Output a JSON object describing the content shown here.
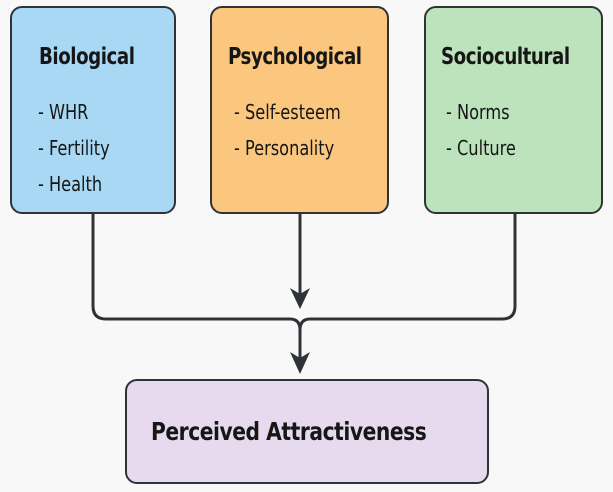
{
  "diagram": {
    "nodes": [
      {
        "id": "biological",
        "title": "Biological",
        "items": [
          "- WHR",
          "- Fertility",
          "- Health"
        ],
        "fill": "#a8d8f3"
      },
      {
        "id": "psychological",
        "title": "Psychological",
        "items": [
          "- Self-esteem",
          "- Personality"
        ],
        "fill": "#fbc77f"
      },
      {
        "id": "sociocultural",
        "title": "Sociocultural",
        "items": [
          "- Norms",
          "- Culture"
        ],
        "fill": "#bde3bc"
      },
      {
        "id": "outcome",
        "title": "Perceived Attractiveness",
        "items": [],
        "fill": "#e8daee"
      }
    ],
    "edges": [
      {
        "from": "biological",
        "to": "outcome"
      },
      {
        "from": "psychological",
        "to": "outcome"
      },
      {
        "from": "sociocultural",
        "to": "outcome"
      }
    ],
    "colors": {
      "stroke": "#2f3337",
      "background": "#f8f8f8"
    }
  }
}
